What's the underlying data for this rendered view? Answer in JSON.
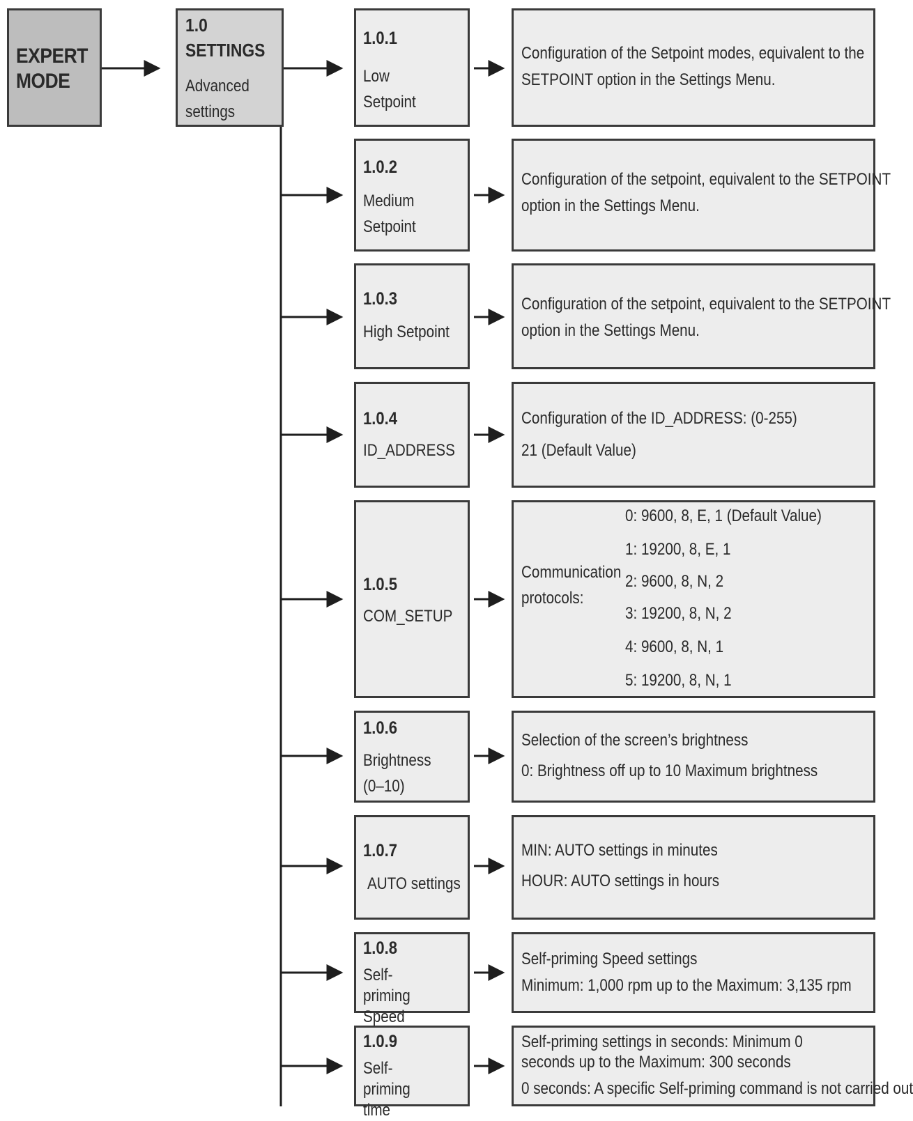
{
  "expert": {
    "line1": "EXPERT",
    "line2": "MODE"
  },
  "settings": {
    "num": "1.0",
    "title": "SETTINGS",
    "sub": "Advanced settings"
  },
  "items": [
    {
      "num": "1.0.1",
      "label": "Low Setpoint",
      "desc": [
        "Configuration of the Setpoint modes, equivalent to the",
        "SETPOINT option in the Settings Menu."
      ]
    },
    {
      "num": "1.0.2",
      "label": "Medium Setpoint",
      "desc": [
        "Configuration of the setpoint, equivalent to the SETPOINT",
        "option in the Settings Menu."
      ]
    },
    {
      "num": "1.0.3",
      "label": "High Setpoint",
      "desc": [
        "Configuration of the setpoint, equivalent to the SETPOINT",
        "option in the Settings Menu."
      ]
    },
    {
      "num": "1.0.4",
      "label": "ID_ADDRESS",
      "desc": [
        "Configuration of the ID_ADDRESS: (0-255)",
        "21 (Default Value)"
      ]
    },
    {
      "num": "1.0.5",
      "label": "COM_SETUP",
      "desc_label": "Communication protocols:",
      "options": [
        "0: 9600, 8, E, 1 (Default Value)",
        "1: 19200, 8, E, 1",
        "2: 9600, 8, N, 2",
        "3: 19200, 8, N, 2",
        "4: 9600, 8, N, 1",
        "5: 19200, 8, N, 1"
      ]
    },
    {
      "num": "1.0.6",
      "label": "Brightness (0–10)",
      "desc": [
        "Selection of the screen’s brightness",
        "0: Brightness off up to 10 Maximum brightness"
      ]
    },
    {
      "num": "1.0.7",
      "label": "AUTO settings",
      "desc": [
        "MIN: AUTO settings in minutes",
        "HOUR: AUTO settings in hours"
      ]
    },
    {
      "num": "1.0.8",
      "label": "Self-priming Speed",
      "desc": [
        "Self-priming Speed settings",
        "Minimum: 1,000 rpm up to the Maximum: 3,135 rpm"
      ]
    },
    {
      "num": "1.0.9",
      "label": "Self-priming time",
      "desc": [
        "Self-priming settings in seconds: Minimum 0 seconds up to the Maximum: 300 seconds",
        "0 seconds: A specific Self-priming command is not carried out"
      ]
    }
  ]
}
